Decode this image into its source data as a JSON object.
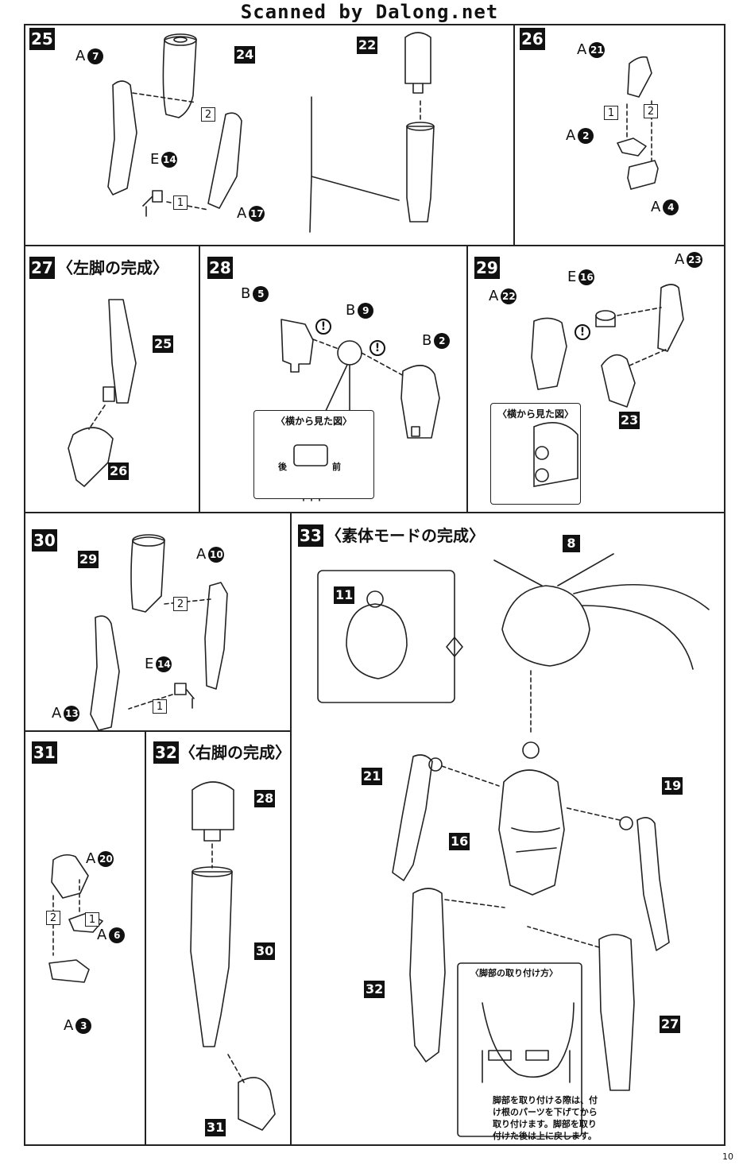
{
  "banner": "Scanned by Dalong.net",
  "page_number": "10",
  "steps": [
    {
      "id": "s25",
      "number": "25"
    },
    {
      "id": "s26",
      "number": "26"
    },
    {
      "id": "s27",
      "number": "27",
      "title": "〈左脚の完成〉"
    },
    {
      "id": "s28",
      "number": "28"
    },
    {
      "id": "s29",
      "number": "29"
    },
    {
      "id": "s30",
      "number": "30"
    },
    {
      "id": "s31",
      "number": "31"
    },
    {
      "id": "s32",
      "number": "32",
      "title": "〈右脚の完成〉"
    },
    {
      "id": "s33",
      "number": "33",
      "title": "〈素体モードの完成〉"
    }
  ],
  "part_refs": {
    "r24": "24",
    "r22": "22",
    "r25": "25",
    "r26": "26",
    "r23": "23",
    "r29": "29",
    "r28": "28",
    "r30": "30",
    "r31": "31",
    "r11": "11",
    "r8": "8",
    "r21": "21",
    "r16": "16",
    "r19": "19",
    "r32": "32",
    "r27": "27"
  },
  "parts": {
    "p25a": {
      "runner": "A",
      "num": "7"
    },
    "p25b": {
      "runner": "E",
      "num": "14"
    },
    "p25c": {
      "runner": "A",
      "num": "17"
    },
    "p26a": {
      "runner": "A",
      "num": "21"
    },
    "p26b": {
      "runner": "A",
      "num": "2"
    },
    "p26c": {
      "runner": "A",
      "num": "4"
    },
    "p28a": {
      "runner": "B",
      "num": "5"
    },
    "p28b": {
      "runner": "B",
      "num": "9"
    },
    "p28c": {
      "runner": "B",
      "num": "2"
    },
    "p29a": {
      "runner": "A",
      "num": "23"
    },
    "p29b": {
      "runner": "E",
      "num": "16"
    },
    "p29c": {
      "runner": "A",
      "num": "22"
    },
    "p30a": {
      "runner": "A",
      "num": "10"
    },
    "p30b": {
      "runner": "E",
      "num": "14"
    },
    "p30c": {
      "runner": "A",
      "num": "13"
    },
    "p31a": {
      "runner": "A",
      "num": "20"
    },
    "p31b": {
      "runner": "A",
      "num": "6"
    },
    "p31c": {
      "runner": "A",
      "num": "3"
    }
  },
  "order": {
    "o1": "1",
    "o2": "2"
  },
  "side_view": "〈横から見た図〉",
  "back": "後",
  "front": "前",
  "leg_box_title": "〈脚部の取り付け方〉",
  "leg_note": "脚部を取り付ける際は、付け根のパーツを下げてから取り付けます。脚部を取り付けた後は上に戻します。",
  "warning_symbol": "!"
}
